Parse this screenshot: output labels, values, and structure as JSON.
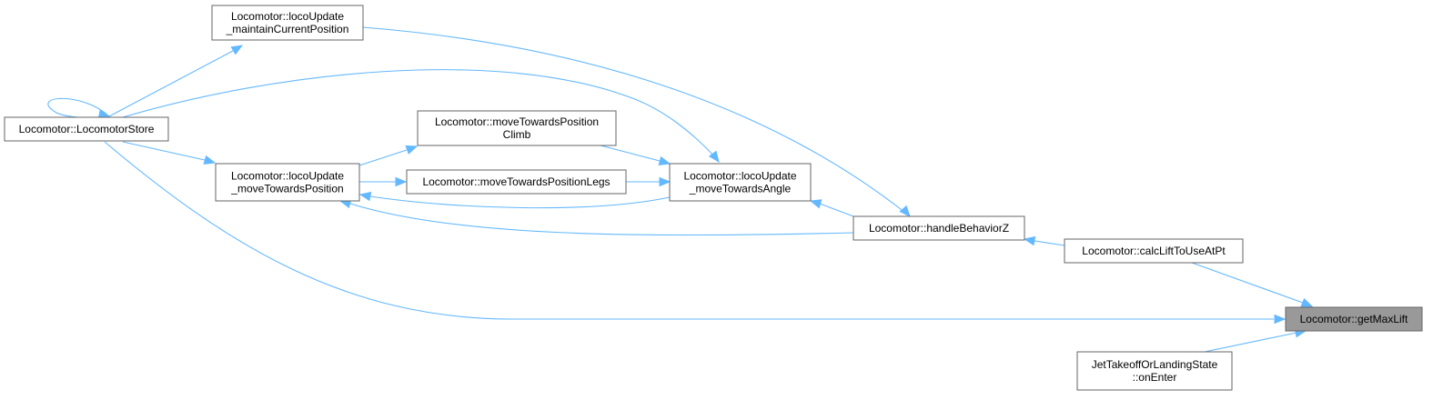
{
  "graph": {
    "colors": {
      "edge": "#63b8ff",
      "node_border": "#666666",
      "highlight_fill": "#999999"
    },
    "nodes": {
      "maintain": {
        "lines": [
          "Locomotor::locoUpdate",
          "_maintainCurrentPosition"
        ]
      },
      "store": {
        "lines": [
          "Locomotor::LocomotorStore"
        ]
      },
      "climb": {
        "lines": [
          "Locomotor::moveTowardsPosition",
          "Climb"
        ]
      },
      "moveTowardsPosition": {
        "lines": [
          "Locomotor::locoUpdate",
          "_moveTowardsPosition"
        ]
      },
      "legs": {
        "lines": [
          "Locomotor::moveTowardsPositionLegs"
        ]
      },
      "moveTowardsAngle": {
        "lines": [
          "Locomotor::locoUpdate",
          "_moveTowardsAngle"
        ]
      },
      "handleBehaviorZ": {
        "lines": [
          "Locomotor::handleBehaviorZ"
        ]
      },
      "calcLift": {
        "lines": [
          "Locomotor::calcLiftToUseAtPt"
        ]
      },
      "getMaxLift": {
        "lines": [
          "Locomotor::getMaxLift"
        ]
      },
      "jetTakeoff": {
        "lines": [
          "JetTakeoffOrLandingState",
          "::onEnter"
        ]
      }
    }
  }
}
